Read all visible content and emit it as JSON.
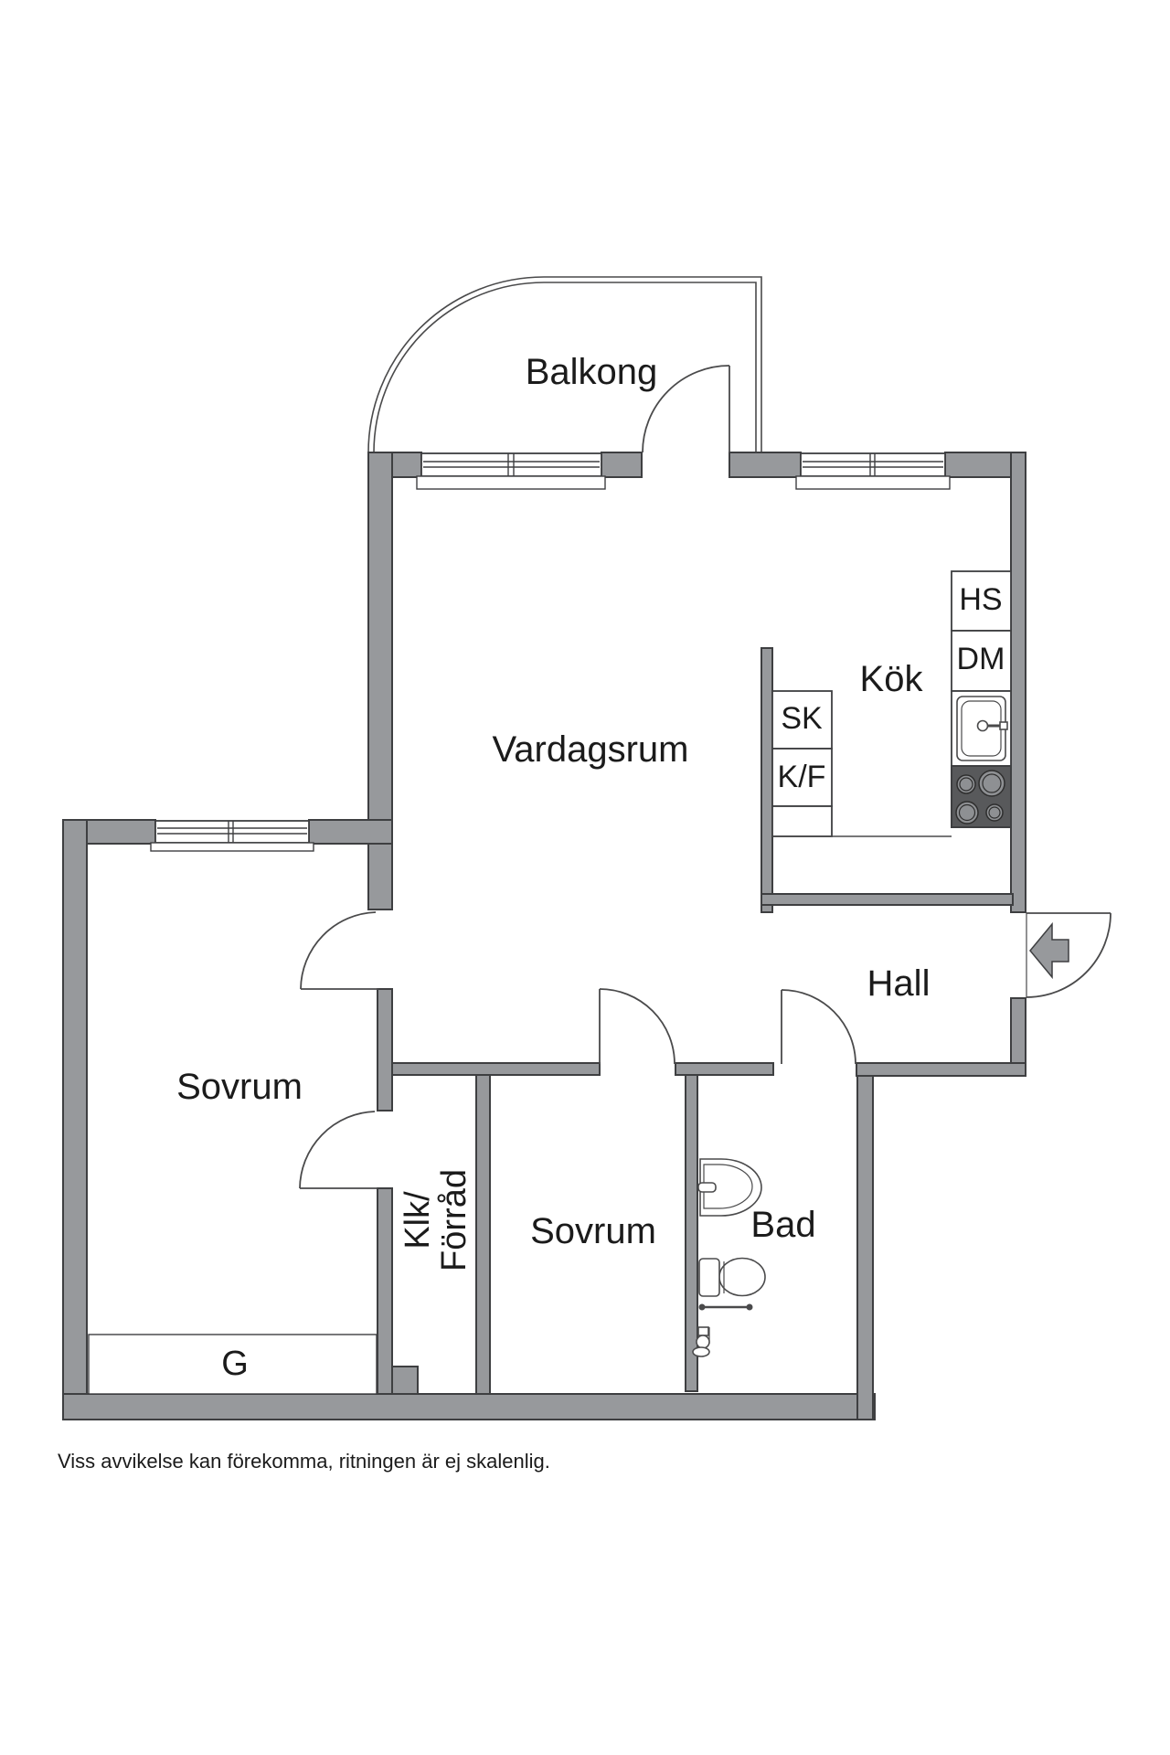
{
  "rooms": {
    "balcony": "Balkong",
    "living_room": "Vardagsrum",
    "kitchen": "Kök",
    "hall": "Hall",
    "bedroom_left": "Sovrum",
    "bedroom_small": "Sovrum",
    "bathroom": "Bad",
    "closet_line1": "Klk/",
    "closet_line2": "Förråd",
    "closet_full": "Klk/\nFörråd",
    "wardrobe": "G"
  },
  "kitchen_units": {
    "hs": "HS",
    "dm": "DM",
    "sk": "SK",
    "kf": "K/F"
  },
  "icons": [
    "entrance-arrow-icon",
    "kitchen-sink-icon",
    "stove-icon",
    "bathroom-sink-icon",
    "toilet-icon",
    "towel-rail-icon",
    "shower-fitting-icon"
  ],
  "footer": {
    "disclaimer": "Viss avvikelse kan förekomma, ritningen är ej skalenlig."
  },
  "colors": {
    "wall_fill": "#97999c",
    "wall_outline": "#3e3f41",
    "thin_line": "#4a4a4b",
    "stove_fill": "#58595b",
    "burner_fill": "#8e9093",
    "text": "#1b1b1b",
    "bg": "#ffffff"
  }
}
